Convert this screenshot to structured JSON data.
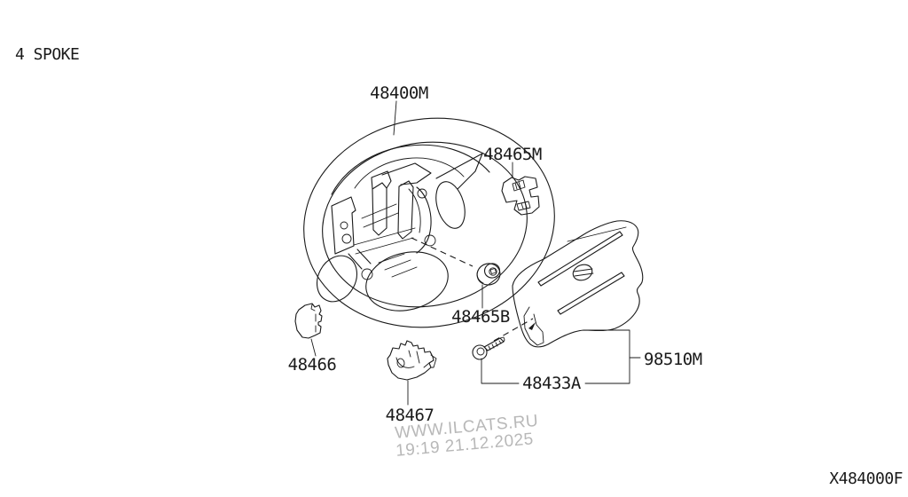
{
  "header": {
    "variant_label": "4 SPOKE"
  },
  "footer": {
    "diagram_code": "X484000F"
  },
  "watermark": {
    "site": "WWW.ILCATS.RU",
    "timestamp": "19:19 21.12.2025"
  },
  "parts": {
    "steering_wheel": {
      "number": "48400M"
    },
    "contact_bracket": {
      "number": "48465M"
    },
    "nut": {
      "number": "48465B"
    },
    "side_cover": {
      "number": "48466"
    },
    "lower_cover": {
      "number": "48467"
    },
    "bolt": {
      "number": "48433A"
    },
    "airbag_module": {
      "number": "98510M"
    }
  },
  "colors": {
    "line": "#1a1a1a",
    "watermark": "#b8b8b8",
    "background": "#ffffff"
  }
}
